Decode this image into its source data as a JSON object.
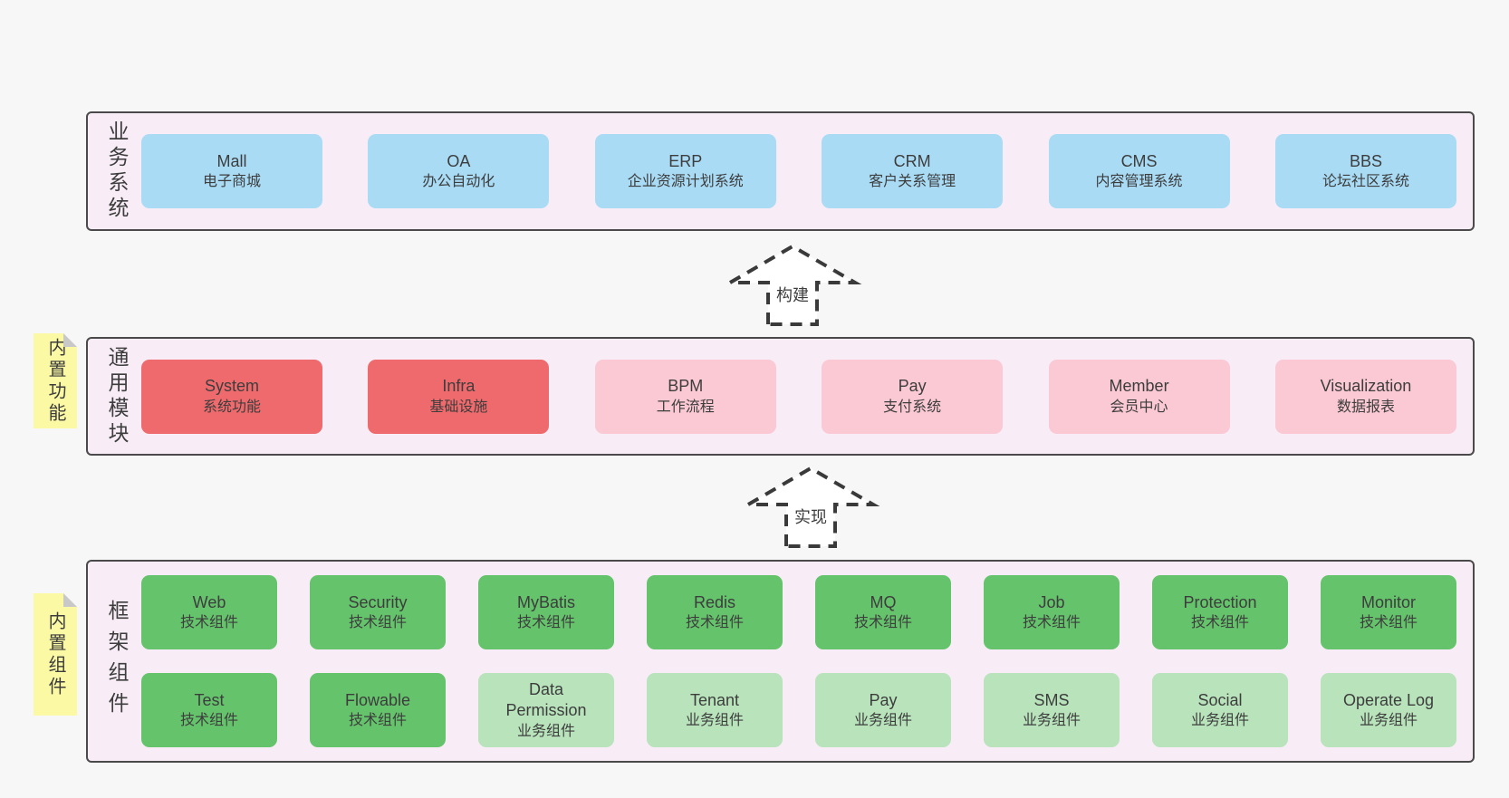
{
  "colors": {
    "page-bg": "#f7f7f7",
    "band-bg": "#f8edf6",
    "band-border": "#4a4a4a",
    "text": "#3d3d3d",
    "box-blue": "#a9dbf5",
    "box-red": "#ef6a6d",
    "box-pink": "#fac9d4",
    "box-green": "#65c36c",
    "box-lightgreen": "#b8e3bb",
    "sticky-yellow": "#fbf9a3",
    "fold-gray": "#c8c8c8",
    "arrow": "#3a3a3a"
  },
  "stickies": {
    "functions": "内置功能",
    "components": "内置组件"
  },
  "arrows": {
    "build": "构建",
    "implement": "实现"
  },
  "bands": [
    {
      "label": "业务系统",
      "rows": [
        [
          {
            "name": "Mall",
            "desc": "电子商城"
          },
          {
            "name": "OA",
            "desc": "办公自动化"
          },
          {
            "name": "ERP",
            "desc": "企业资源计划系统"
          },
          {
            "name": "CRM",
            "desc": "客户关系管理"
          },
          {
            "name": "CMS",
            "desc": "内容管理系统"
          },
          {
            "name": "BBS",
            "desc": "论坛社区系统"
          }
        ]
      ]
    },
    {
      "label": "通用模块",
      "rows": [
        [
          {
            "name": "System",
            "desc": "系统功能"
          },
          {
            "name": "Infra",
            "desc": "基础设施"
          },
          {
            "name": "BPM",
            "desc": "工作流程"
          },
          {
            "name": "Pay",
            "desc": "支付系统"
          },
          {
            "name": "Member",
            "desc": "会员中心"
          },
          {
            "name": "Visualization",
            "desc": "数据报表"
          }
        ]
      ]
    },
    {
      "label": "框架组件",
      "rows": [
        [
          {
            "name": "Web",
            "desc": "技术组件"
          },
          {
            "name": "Security",
            "desc": "技术组件"
          },
          {
            "name": "MyBatis",
            "desc": "技术组件"
          },
          {
            "name": "Redis",
            "desc": "技术组件"
          },
          {
            "name": "MQ",
            "desc": "技术组件"
          },
          {
            "name": "Job",
            "desc": "技术组件"
          },
          {
            "name": "Protection",
            "desc": "技术组件"
          },
          {
            "name": "Monitor",
            "desc": "技术组件"
          }
        ],
        [
          {
            "name": "Test",
            "desc": "技术组件"
          },
          {
            "name": "Flowable",
            "desc": "技术组件"
          },
          {
            "name": "Data\nPermission",
            "desc": "业务组件"
          },
          {
            "name": "Tenant",
            "desc": "业务组件"
          },
          {
            "name": "Pay",
            "desc": "业务组件"
          },
          {
            "name": "SMS",
            "desc": "业务组件"
          },
          {
            "name": "Social",
            "desc": "业务组件"
          },
          {
            "name": "Operate Log",
            "desc": "业务组件"
          }
        ]
      ]
    }
  ]
}
